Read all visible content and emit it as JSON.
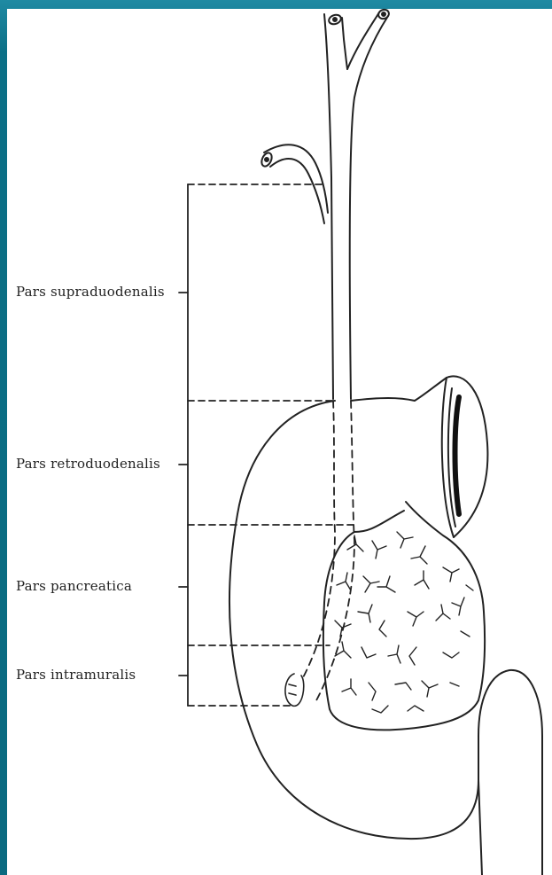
{
  "figure": {
    "background_color": "#0b6f86",
    "line_color": "#222222",
    "segments": [
      {
        "id": "supraduodenal",
        "label": "Pars  supraduodenalis"
      },
      {
        "id": "retroduodenal",
        "label": "Pars  retroduodenalis"
      },
      {
        "id": "pancreatic",
        "label": "Pars  pancreatica"
      },
      {
        "id": "intramural",
        "label": "Pars  intramuralis"
      }
    ]
  }
}
